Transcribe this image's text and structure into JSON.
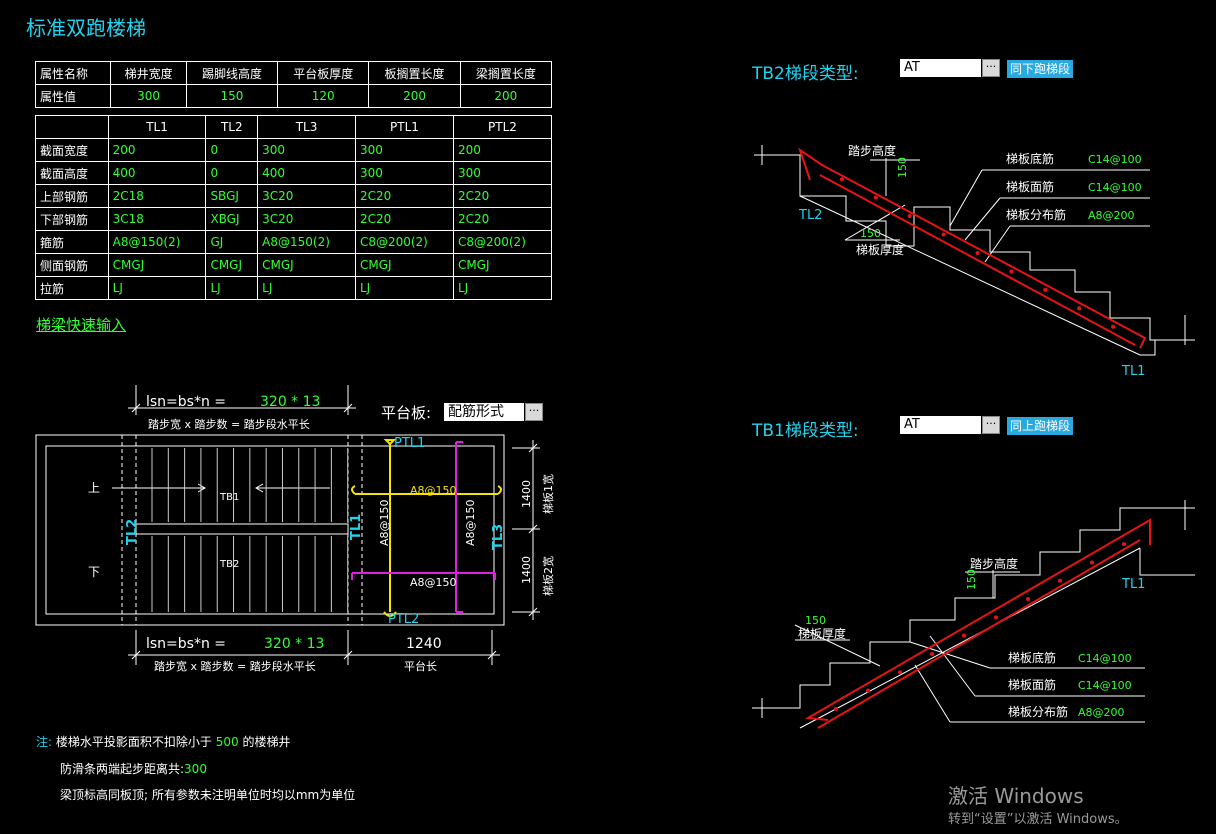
{
  "title": "标准双跑楼梯",
  "props_table": {
    "headers": [
      "属性名称",
      "梯井宽度",
      "踢脚线高度",
      "平台板厚度",
      "板搁置长度",
      "梁搁置长度"
    ],
    "row_label": "属性值",
    "values": [
      "300",
      "150",
      "120",
      "200",
      "200"
    ]
  },
  "beam_table": {
    "headers": [
      "TL1",
      "TL2",
      "TL3",
      "PTL1",
      "PTL2"
    ],
    "rows": [
      {
        "label": "截面宽度",
        "values": [
          "200",
          "0",
          "300",
          "300",
          "200"
        ]
      },
      {
        "label": "截面高度",
        "values": [
          "400",
          "0",
          "400",
          "300",
          "300"
        ]
      },
      {
        "label": "上部钢筋",
        "values": [
          "2C18",
          "SBGJ",
          "3C20",
          "2C20",
          "2C20"
        ]
      },
      {
        "label": "下部钢筋",
        "values": [
          "3C18",
          "XBGJ",
          "3C20",
          "2C20",
          "2C20"
        ]
      },
      {
        "label": "箍筋",
        "values": [
          "A8@150(2)",
          "GJ",
          "A8@150(2)",
          "C8@200(2)",
          "C8@200(2)"
        ]
      },
      {
        "label": "侧面钢筋",
        "values": [
          "CMGJ",
          "CMGJ",
          "CMGJ",
          "CMGJ",
          "CMGJ"
        ]
      },
      {
        "label": "拉筋",
        "values": [
          "LJ",
          "LJ",
          "LJ",
          "LJ",
          "LJ"
        ]
      }
    ]
  },
  "quick_input_link": "梯梁快速输入",
  "platform": {
    "label": "平台板:",
    "value": "配筋形式",
    "ellipsis": "···"
  },
  "plan": {
    "top_formula_prefix": "lsn=bs*n = ",
    "top_formula_value": "320 * 13",
    "top_formula_sub": "踏步宽 x 踏步数 = 踏步段水平长",
    "bottom_formula_prefix": "lsn=bs*n = ",
    "bottom_formula_value": "320 * 13",
    "bottom_formula_sub": "踏步宽 x 踏步数 = 踏步段水平长",
    "platform_len": "1240",
    "platform_len_label": "平台长",
    "up": "上",
    "down": "下",
    "tb1": "TB1",
    "tb2": "TB2",
    "tl1": "TL1",
    "tl2": "TL2",
    "tl3": "TL3",
    "ptl1": "PTL1",
    "ptl2": "PTL2",
    "rebar_h1": "A8@150",
    "rebar_h2": "A8@150",
    "rebar_v1": "A8@150",
    "rebar_v2": "A8@150",
    "w1": "1400",
    "w2": "1400",
    "w1_label": "梯板1宽",
    "w2_label": "梯板2宽"
  },
  "tb2": {
    "label": "TB2梯段类型:",
    "value": "AT",
    "ellipsis": "···",
    "button": "同下跑梯段",
    "step_height_label": "踏步高度",
    "step_height": "150",
    "slab_thick_value": "150",
    "slab_thick_label": "梯板厚度",
    "bottom_rebar_label": "梯板底筋",
    "bottom_rebar": "C14@100",
    "top_rebar_label": "梯板面筋",
    "top_rebar": "C14@100",
    "dist_rebar_label": "梯板分布筋",
    "dist_rebar": "A8@200",
    "tl_left": "TL2",
    "tl_right": "TL1"
  },
  "tb1": {
    "label": "TB1梯段类型:",
    "value": "AT",
    "ellipsis": "···",
    "button": "同上跑梯段",
    "step_height_label": "踏步高度",
    "step_height": "150",
    "slab_thick_value": "150",
    "slab_thick_label": "梯板厚度",
    "bottom_rebar_label": "梯板底筋",
    "bottom_rebar": "C14@100",
    "top_rebar_label": "梯板面筋",
    "top_rebar": "C14@100",
    "dist_rebar_label": "梯板分布筋",
    "dist_rebar": "A8@200",
    "tl_right": "TL1"
  },
  "notes": {
    "prefix": "注:",
    "line1_a": "楼梯水平投影面积不扣除小于",
    "line1_v": "500",
    "line1_b": "的楼梯井",
    "line2_a": "防滑条两端起步距离共:",
    "line2_v": "300",
    "line3": "梁顶标高同板顶; 所有参数未注明单位时均以mm为单位"
  },
  "watermark": {
    "line1": "激活 Windows",
    "line2": "转到“设置”以激活 Windows。"
  }
}
